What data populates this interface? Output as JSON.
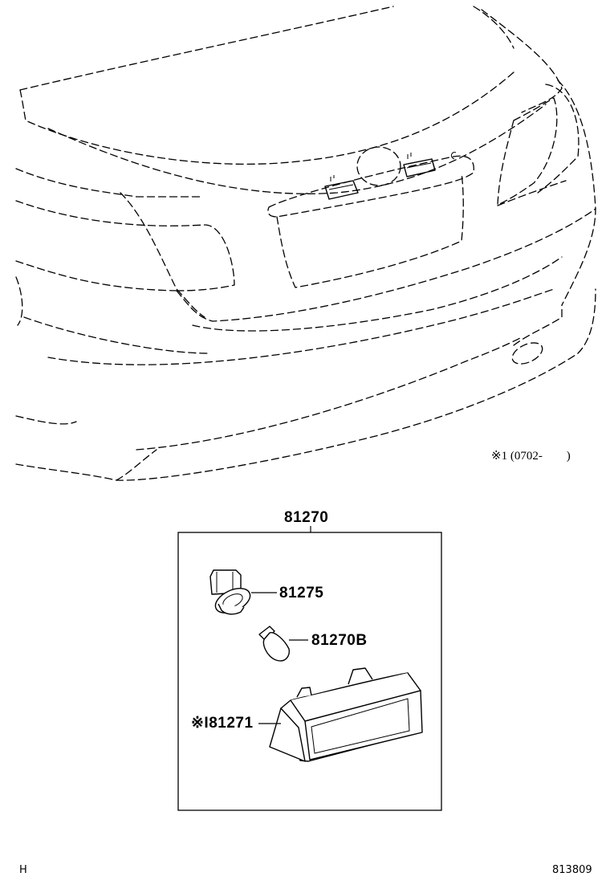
{
  "callout_applicability": "※1 (0702-　　)",
  "assembly": {
    "part_number": "81270"
  },
  "parts": [
    {
      "part_number": "81275"
    },
    {
      "part_number": "81270B"
    },
    {
      "part_number": "※I81271"
    }
  ],
  "bottom_left_mark": "H",
  "figure_number": "813809"
}
